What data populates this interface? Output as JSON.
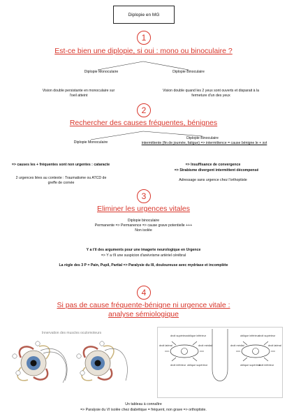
{
  "header": {
    "title": "Diplopie en MG"
  },
  "colors": {
    "accent": "#d8352a"
  },
  "s1": {
    "num": "1",
    "title": "Est-ce bien une diplopie, si oui : mono ou binoculaire ?",
    "left_label": "Diplopie Monoculaire",
    "left_desc": "Vision double persistante en monoculaire sur l'oeil atteint",
    "right_label": "Diplopie Binoculaire",
    "right_desc": "Vision double quand les 2 yeux sont ouverts et disparait à la fermeture d'un des yeux"
  },
  "s2": {
    "num": "2",
    "title": "Rechercher des causes fréquentes, bénignes",
    "left_label": "Diplopie Monoculaire",
    "left_bold": "=> causes les + fréquentes sont non urgentes : cataracte",
    "left_note": "2 urgences liées au contexte : Traumatisme ou ATCD de greffe de cornée",
    "right_label": "Diplopie Binoculaire",
    "right_sub": "intermittente (fin de journée, fatigue) => intermittence = cause bénigne le + svt",
    "right_bold1": "=> Insuffisance de convergence",
    "right_bold2": "=> Strabisme divergent intermittent décompensé",
    "right_note": "Adressage sans urgence chez l'orthoptiste"
  },
  "s3": {
    "num": "3",
    "title": "Eliminer les urgences vitales",
    "l1": "Diplopie binoculaire",
    "l2": "Permanente => Permanence => cause grave potentielle +++",
    "l3": "Non isolée",
    "q": "Y a t'il des arguments pour une imagerie neurologique en Urgence",
    "q2": "=> Y a t'il une suspicion d'anévrisme artériel cérébral",
    "rule": "La règle des 3 P = Pain, Pupil, Partial  => Paralysie du III, douloureuse avec mydriase et incomplète"
  },
  "s4": {
    "num": "4",
    "title_line1": "Si pas de cause fréquente-bénigne ni urgence vitale :",
    "title_line2": "analyse sémiologique",
    "img_caption": "Innervation des muscles oculomoteurs",
    "muscles": {
      "top_left": "droit supérieur",
      "top_right": "oblique inférieur",
      "mid_left": "droit latéral",
      "mid_right": "droit médial",
      "bottom_left": "droit inférieur",
      "bottom_right": "oblique supérieur"
    },
    "footer1": "Un tableau à connaître",
    "footer2": "=> Paralysie du VI isolée chez diabétique = fréquent, non grave => orthoptiste."
  }
}
